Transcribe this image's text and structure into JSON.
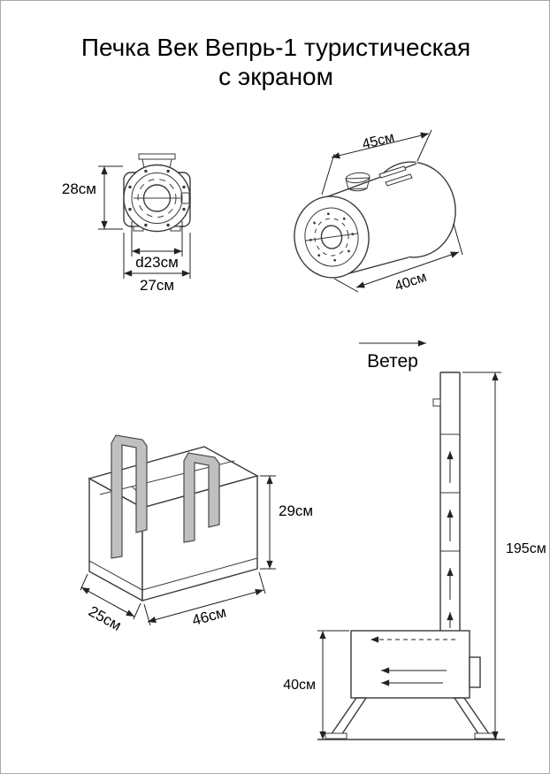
{
  "title": {
    "line1": "Печка Век Вепрь-1 туристическая",
    "line2": "с экраном"
  },
  "front_view": {
    "height": "28см",
    "door_diameter": "d23см",
    "width": "27см"
  },
  "side_view": {
    "length": "45см",
    "depth": "40см"
  },
  "wind_label": "Ветер",
  "bag_view": {
    "height": "29см",
    "length": "46см",
    "depth": "25см"
  },
  "installed_view": {
    "total_height": "195см",
    "firebox_height": "40см"
  },
  "colors": {
    "ink": "#3a3a3a",
    "metal_gray": "#c0c0c0"
  }
}
